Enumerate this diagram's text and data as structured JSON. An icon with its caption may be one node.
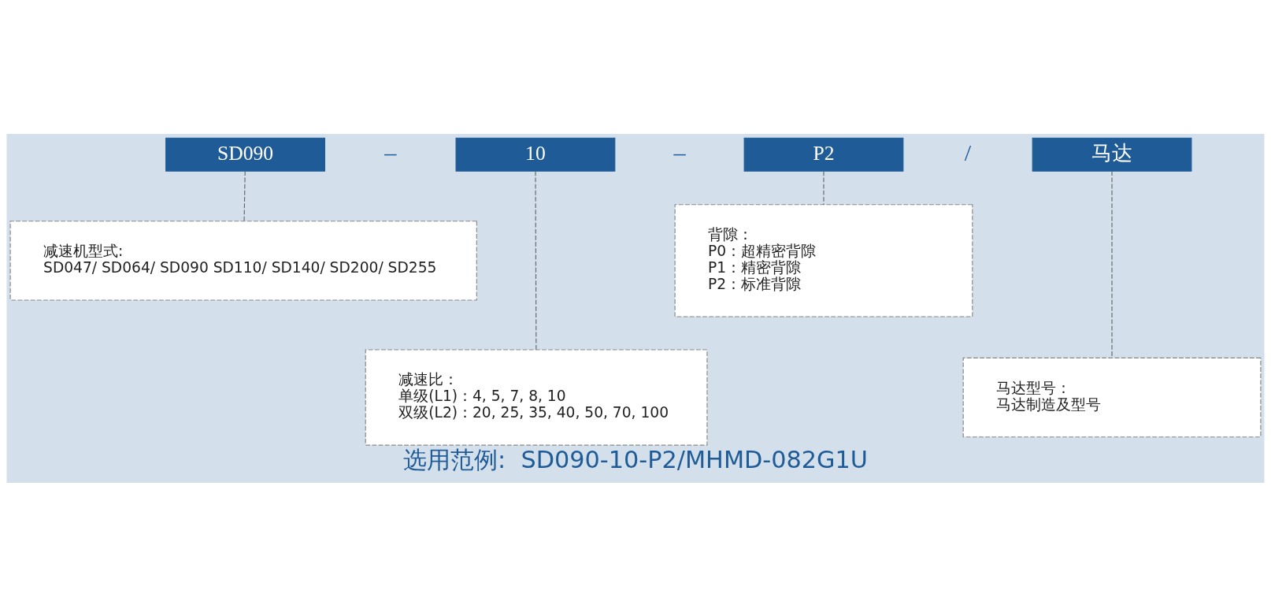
{
  "diagram": {
    "caption": "选用范例:  SD090-10-P2/MHMD-082G1U",
    "nodes": [
      {
        "text": [
          "SD090"
        ]
      },
      {
        "text": [
          "10"
        ]
      },
      {
        "text": [
          "P2"
        ]
      },
      {
        "text": [
          "马达"
        ]
      },
      {
        "text": [
          "减速机型式:",
          "SD047/ SD064/ SD090 SD110/ SD140/ SD200/ SD255"
        ]
      },
      {
        "text": [
          "背隙：",
          "P0：超精密背隙",
          "P1：精密背隙",
          "P2：标准背隙"
        ]
      },
      {
        "text": [
          "减速比：",
          "单级(L1)：4, 5, 7, 8, 10",
          "双级(L2)：20, 25, 35, 40, 50, 70, 100"
        ]
      },
      {
        "text": [
          "马达型号：",
          "马达制造及型号"
        ]
      }
    ],
    "edges": [
      {
        "from": 0,
        "to": 4,
        "arrow": "none",
        "style": "dashed"
      },
      {
        "from": 1,
        "to": 6,
        "arrow": "none",
        "style": "dashed"
      },
      {
        "from": 2,
        "to": 5,
        "arrow": "none",
        "style": "dashed"
      },
      {
        "from": 3,
        "to": 7,
        "arrow": "none",
        "style": "dashed"
      }
    ],
    "labels": [
      "–",
      "–",
      "/"
    ]
  }
}
